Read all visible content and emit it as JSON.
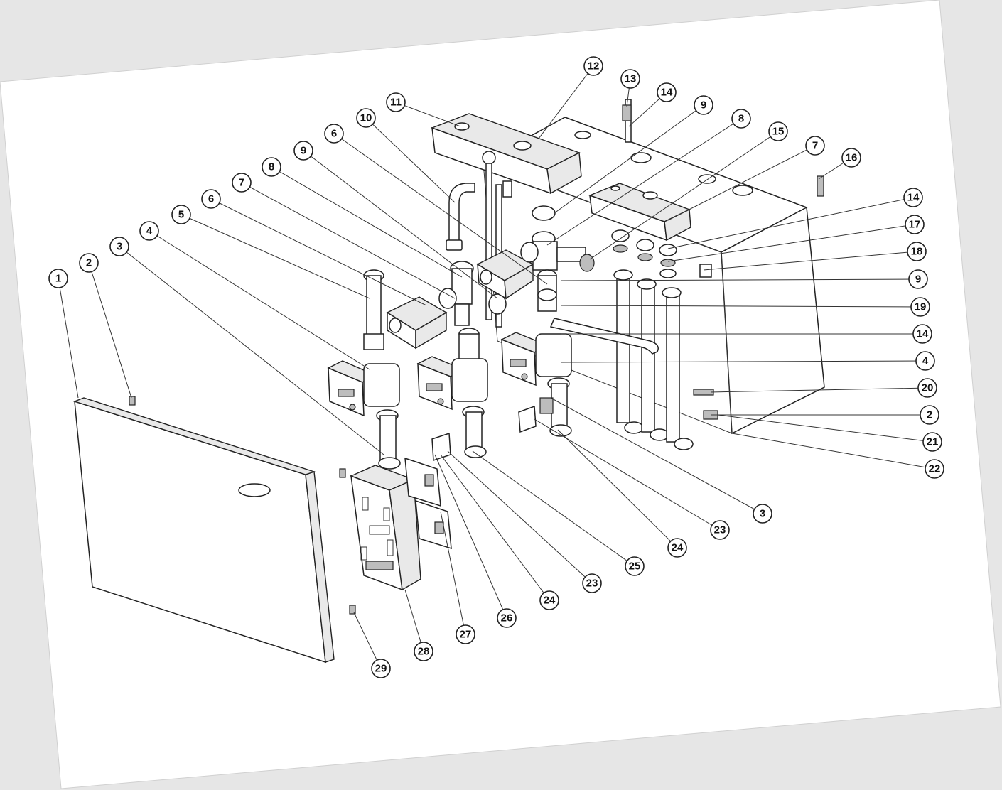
{
  "colors": {
    "background": "#e6e6e6",
    "sheet": "#ffffff",
    "line": "#222222"
  },
  "callouts": [
    {
      "label": "1"
    },
    {
      "label": "2"
    },
    {
      "label": "3"
    },
    {
      "label": "4"
    },
    {
      "label": "5"
    },
    {
      "label": "6"
    },
    {
      "label": "7"
    },
    {
      "label": "8"
    },
    {
      "label": "9"
    },
    {
      "label": "6"
    },
    {
      "label": "10"
    },
    {
      "label": "11"
    },
    {
      "label": "12"
    },
    {
      "label": "13"
    },
    {
      "label": "14"
    },
    {
      "label": "9"
    },
    {
      "label": "8"
    },
    {
      "label": "15"
    },
    {
      "label": "7"
    },
    {
      "label": "16"
    },
    {
      "label": "14"
    },
    {
      "label": "17"
    },
    {
      "label": "18"
    },
    {
      "label": "9"
    },
    {
      "label": "19"
    },
    {
      "label": "14"
    },
    {
      "label": "4"
    },
    {
      "label": "20"
    },
    {
      "label": "2"
    },
    {
      "label": "21"
    },
    {
      "label": "22"
    },
    {
      "label": "3"
    },
    {
      "label": "23"
    },
    {
      "label": "24"
    },
    {
      "label": "25"
    },
    {
      "label": "23"
    },
    {
      "label": "24"
    },
    {
      "label": "26"
    },
    {
      "label": "27"
    },
    {
      "label": "28"
    },
    {
      "label": "29"
    }
  ]
}
